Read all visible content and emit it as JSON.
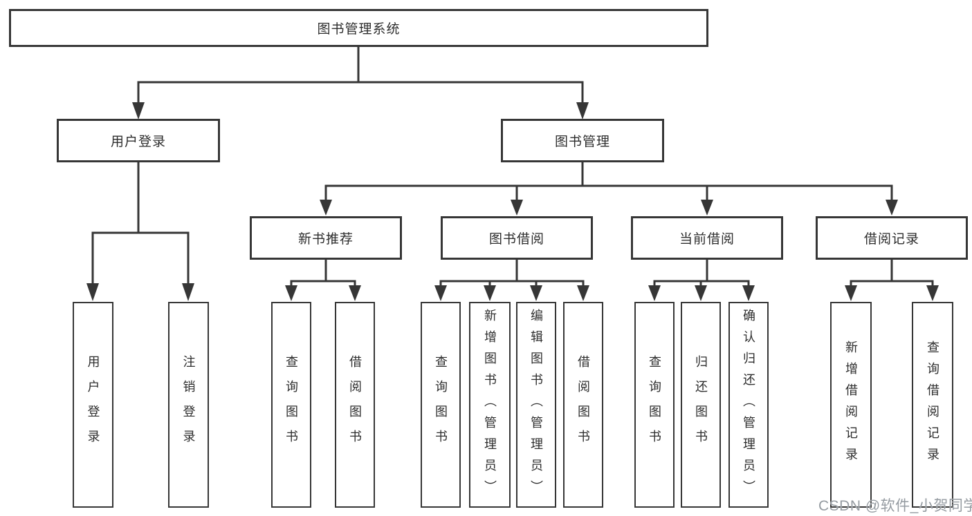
{
  "tree": {
    "label": "图书管理系统",
    "children": [
      {
        "label": "用户登录",
        "children": [
          {
            "label": "用户登录"
          },
          {
            "label": "注销登录"
          }
        ]
      },
      {
        "label": "图书管理",
        "children": [
          {
            "label": "新书推荐",
            "children": [
              {
                "label": "查询图书"
              },
              {
                "label": "借阅图书"
              }
            ]
          },
          {
            "label": "图书借阅",
            "children": [
              {
                "label": "查询图书"
              },
              {
                "label": "新增图书（管理员）"
              },
              {
                "label": "编辑图书（管理员）"
              },
              {
                "label": "借阅图书"
              }
            ]
          },
          {
            "label": "当前借阅",
            "children": [
              {
                "label": "查询图书"
              },
              {
                "label": "归还图书"
              },
              {
                "label": "确认归还（管理员）"
              }
            ]
          },
          {
            "label": "借阅记录",
            "children": [
              {
                "label": "新增借阅记录"
              },
              {
                "label": "查询借阅记录"
              }
            ]
          }
        ]
      }
    ]
  },
  "watermark": "CSDN @软件_小贺同学",
  "colors": {
    "line": "#363636",
    "box_fill": "#ffffff",
    "text": "#2d2d2d",
    "watermark": "#959ba1"
  }
}
